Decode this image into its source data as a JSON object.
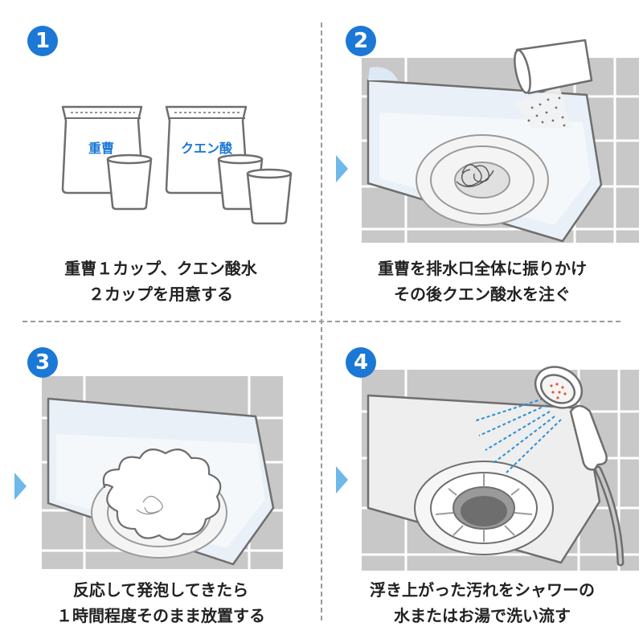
{
  "colors": {
    "accent_blue": "#1b78d6",
    "arrow_blue": "#6fb8ea",
    "tile_gray": "#c8c8c8",
    "outline_gray": "#6e6e6e",
    "water_blue": "#dde9f4"
  },
  "steps": [
    {
      "number": "1",
      "caption_line1": "重曹１カップ、クエン酸水",
      "caption_line2": "２カップを用意する",
      "bag1_label": "重曹",
      "bag2_label": "クエン酸"
    },
    {
      "number": "2",
      "caption_line1": "重曹を排水口全体に振りかけ",
      "caption_line2": "その後クエン酸水を注ぐ"
    },
    {
      "number": "3",
      "caption_line1": "反応して発泡してきたら",
      "caption_line2": "１時間程度そのまま放置する"
    },
    {
      "number": "4",
      "caption_line1": "浮き上がった汚れをシャワーの",
      "caption_line2": "水またはお湯で洗い流す"
    }
  ],
  "icons": {
    "next_step": "arrow-right-icon",
    "step_number": "numbered-circle-icon"
  }
}
